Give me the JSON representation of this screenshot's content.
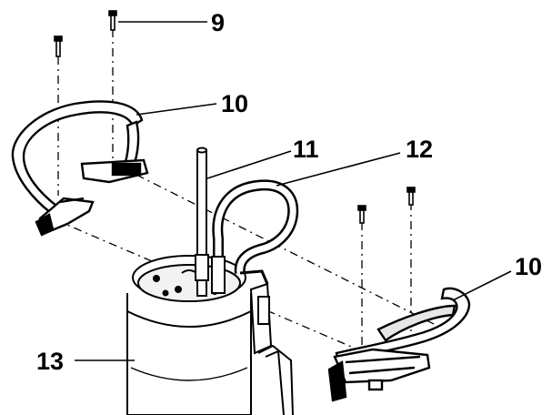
{
  "diagram": {
    "callouts": [
      {
        "id": "screw",
        "label": "9"
      },
      {
        "id": "clamp-left",
        "label": "10"
      },
      {
        "id": "rod",
        "label": "11"
      },
      {
        "id": "hose",
        "label": "12"
      },
      {
        "id": "clamp-right",
        "label": "10"
      },
      {
        "id": "housing",
        "label": "13"
      }
    ]
  },
  "colors": {
    "ink": "#000000",
    "paper": "#ffffff",
    "shade": "#e6e6e6"
  }
}
